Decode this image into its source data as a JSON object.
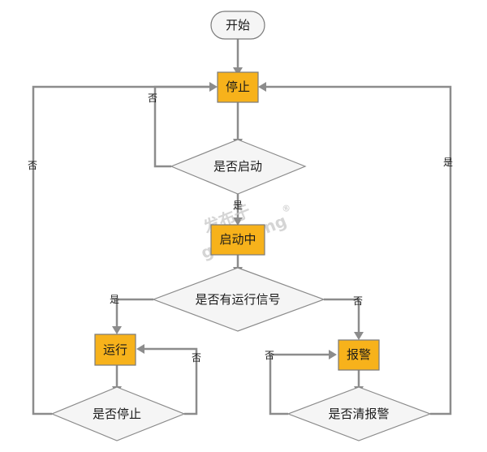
{
  "nodes": {
    "start": "开始",
    "stop": "停止",
    "is_start": "是否启动",
    "starting": "启动中",
    "has_run_signal": "是否有运行信号",
    "run": "运行",
    "alarm": "报警",
    "is_stop": "是否停止",
    "is_clear_alarm": "是否清报警"
  },
  "edges": {
    "yes": "是",
    "no": "否"
  },
  "watermark": {
    "text1": "发布于",
    "text2": "gongkong",
    "mark": "®"
  }
}
